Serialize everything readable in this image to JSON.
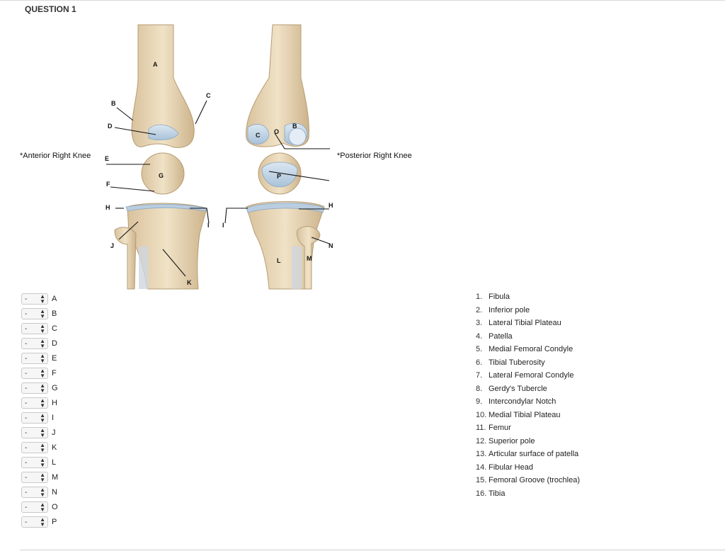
{
  "question": {
    "title": "QUESTION 1"
  },
  "figure": {
    "anterior_label": "*Anterior Right Knee",
    "posterior_label": "*Posterior Right Knee",
    "anterior_letters": [
      "A",
      "B",
      "C",
      "D",
      "E",
      "F",
      "G",
      "H",
      "I",
      "J",
      "K"
    ],
    "posterior_letters": [
      "C",
      "O",
      "B",
      "P",
      "H",
      "I",
      "N",
      "L",
      "M"
    ]
  },
  "answers": {
    "placeholder": "-",
    "rows": [
      {
        "letter": "A",
        "value": "-"
      },
      {
        "letter": "B",
        "value": "-"
      },
      {
        "letter": "C",
        "value": "-"
      },
      {
        "letter": "D",
        "value": "-"
      },
      {
        "letter": "E",
        "value": "-"
      },
      {
        "letter": "F",
        "value": "-"
      },
      {
        "letter": "G",
        "value": "-"
      },
      {
        "letter": "H",
        "value": "-"
      },
      {
        "letter": "I",
        "value": "-"
      },
      {
        "letter": "J",
        "value": "-"
      },
      {
        "letter": "K",
        "value": "-"
      },
      {
        "letter": "L",
        "value": "-"
      },
      {
        "letter": "M",
        "value": "-"
      },
      {
        "letter": "N",
        "value": "-"
      },
      {
        "letter": "O",
        "value": "-"
      },
      {
        "letter": "P",
        "value": "-"
      }
    ]
  },
  "options": [
    {
      "num": "1.",
      "text": "Fibula"
    },
    {
      "num": "2.",
      "text": "Inferior pole"
    },
    {
      "num": "3.",
      "text": "Lateral Tibial Plateau"
    },
    {
      "num": "4.",
      "text": "Patella"
    },
    {
      "num": "5.",
      "text": "Medial Femoral Condyle"
    },
    {
      "num": "6.",
      "text": "Tibial Tuberosity"
    },
    {
      "num": "7.",
      "text": "Lateral Femoral Condyle"
    },
    {
      "num": "8.",
      "text": "Gerdy's Tubercle"
    },
    {
      "num": "9.",
      "text": "Intercondylar Notch"
    },
    {
      "num": "10.",
      "text": "Medial Tibial Plateau"
    },
    {
      "num": "11.",
      "text": "Femur"
    },
    {
      "num": "12.",
      "text": "Superior pole"
    },
    {
      "num": "13.",
      "text": "Articular surface of patella"
    },
    {
      "num": "14.",
      "text": "Fibular Head"
    },
    {
      "num": "15.",
      "text": "Femoral Groove (trochlea)"
    },
    {
      "num": "16.",
      "text": "Tibia"
    }
  ]
}
